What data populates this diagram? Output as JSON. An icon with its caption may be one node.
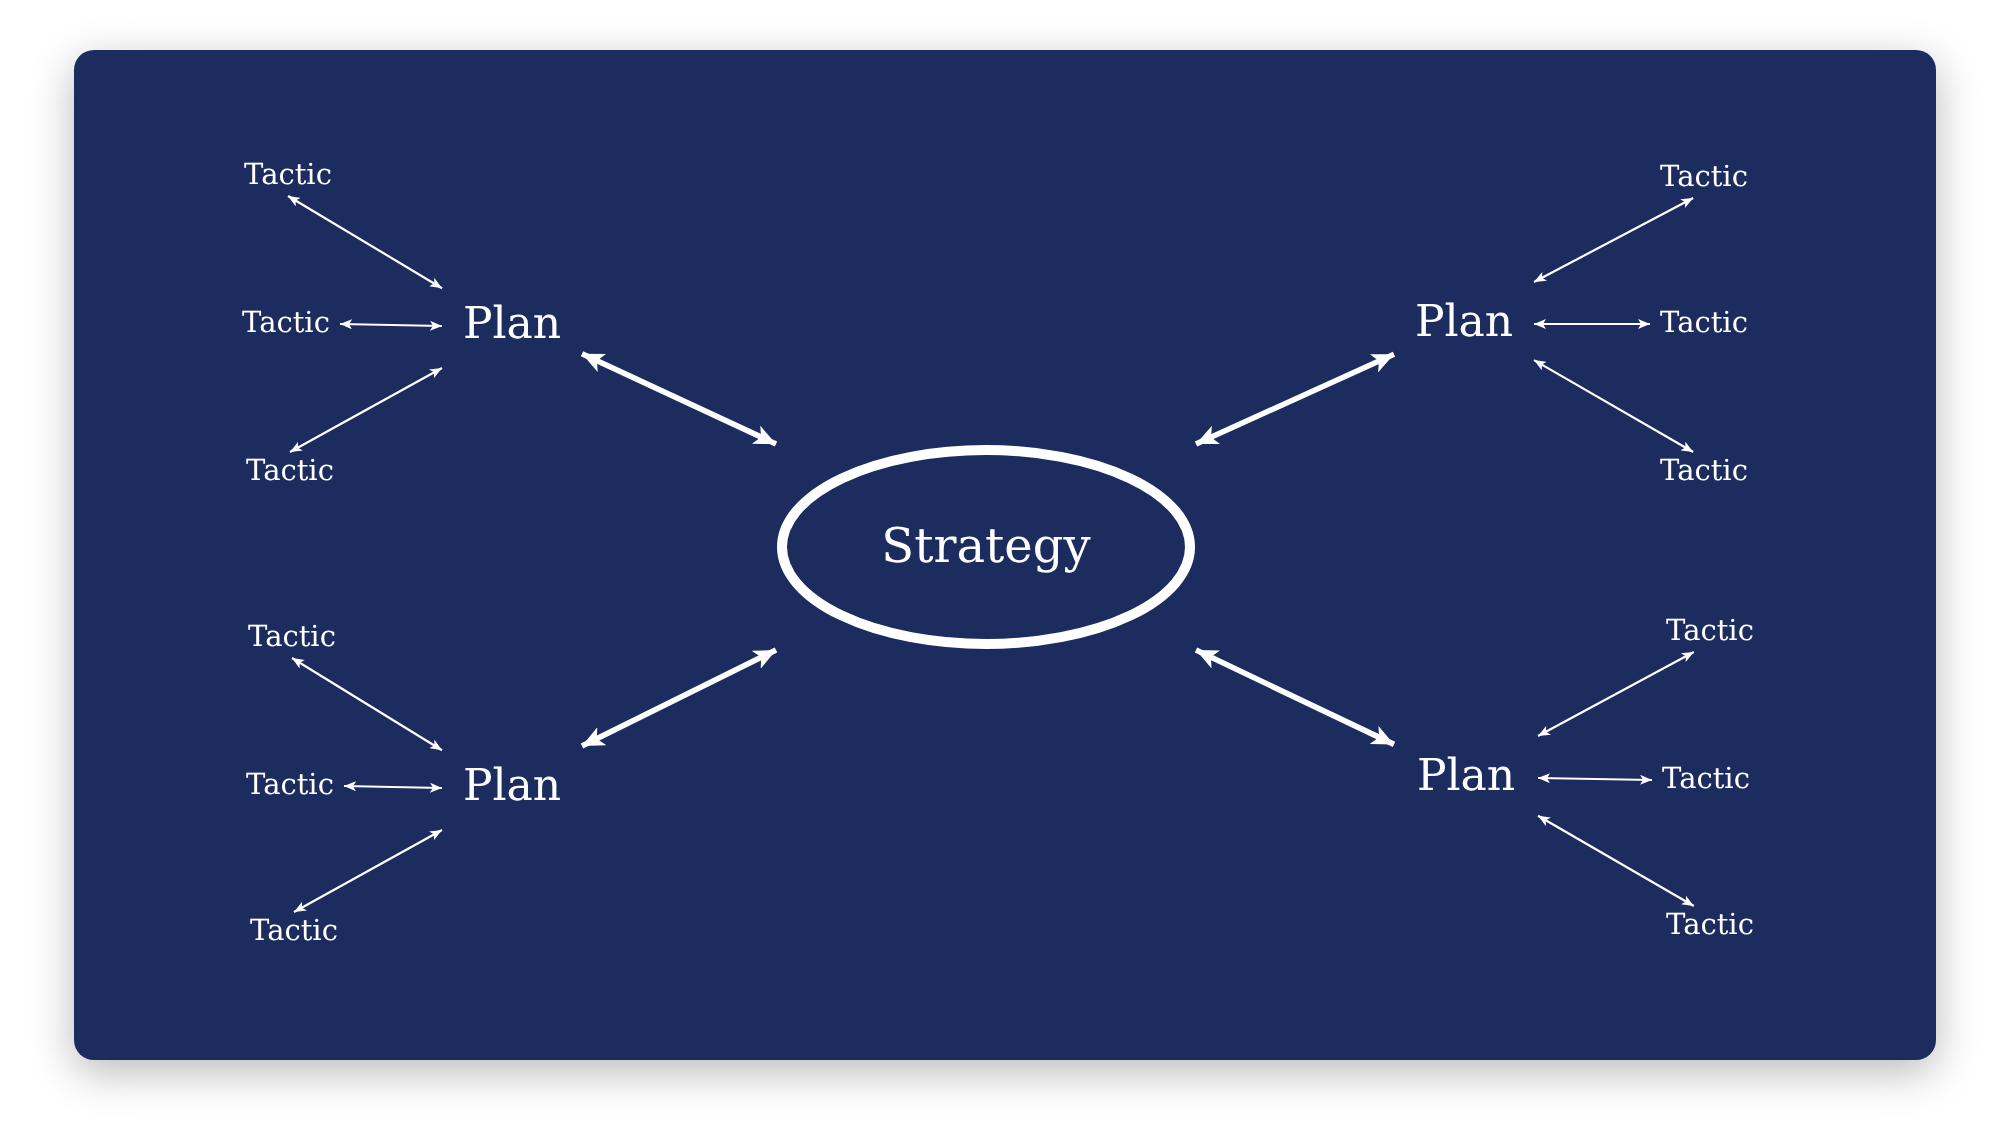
{
  "diagram": {
    "nodes": [
      {
        "text": [
          "Strategy"
        ]
      },
      {
        "text": [
          "Plan"
        ]
      },
      {
        "text": [
          "Plan"
        ]
      },
      {
        "text": [
          "Plan"
        ]
      },
      {
        "text": [
          "Plan"
        ]
      },
      {
        "text": [
          "Tactic"
        ]
      },
      {
        "text": [
          "Tactic"
        ]
      },
      {
        "text": [
          "Tactic"
        ]
      },
      {
        "text": [
          "Tactic"
        ]
      },
      {
        "text": [
          "Tactic"
        ]
      },
      {
        "text": [
          "Tactic"
        ]
      },
      {
        "text": [
          "Tactic"
        ]
      },
      {
        "text": [
          "Tactic"
        ]
      },
      {
        "text": [
          "Tactic"
        ]
      },
      {
        "text": [
          "Tactic"
        ]
      },
      {
        "text": [
          "Tactic"
        ]
      },
      {
        "text": [
          "Tactic"
        ]
      }
    ],
    "edges": [
      {
        "from": 0,
        "to": 1,
        "arrow": "both",
        "style": "thick"
      },
      {
        "from": 0,
        "to": 2,
        "arrow": "both",
        "style": "thick"
      },
      {
        "from": 0,
        "to": 3,
        "arrow": "both",
        "style": "thick"
      },
      {
        "from": 0,
        "to": 4,
        "arrow": "both",
        "style": "thick"
      },
      {
        "from": 1,
        "to": 5,
        "arrow": "both"
      },
      {
        "from": 1,
        "to": 6,
        "arrow": "both"
      },
      {
        "from": 1,
        "to": 7,
        "arrow": "both"
      },
      {
        "from": 2,
        "to": 8,
        "arrow": "both"
      },
      {
        "from": 2,
        "to": 9,
        "arrow": "both"
      },
      {
        "from": 2,
        "to": 10,
        "arrow": "both"
      },
      {
        "from": 3,
        "to": 11,
        "arrow": "both"
      },
      {
        "from": 3,
        "to": 12,
        "arrow": "both"
      },
      {
        "from": 3,
        "to": 13,
        "arrow": "both"
      },
      {
        "from": 4,
        "to": 14,
        "arrow": "both"
      },
      {
        "from": 4,
        "to": 15,
        "arrow": "both"
      },
      {
        "from": 4,
        "to": 16,
        "arrow": "both"
      }
    ]
  }
}
